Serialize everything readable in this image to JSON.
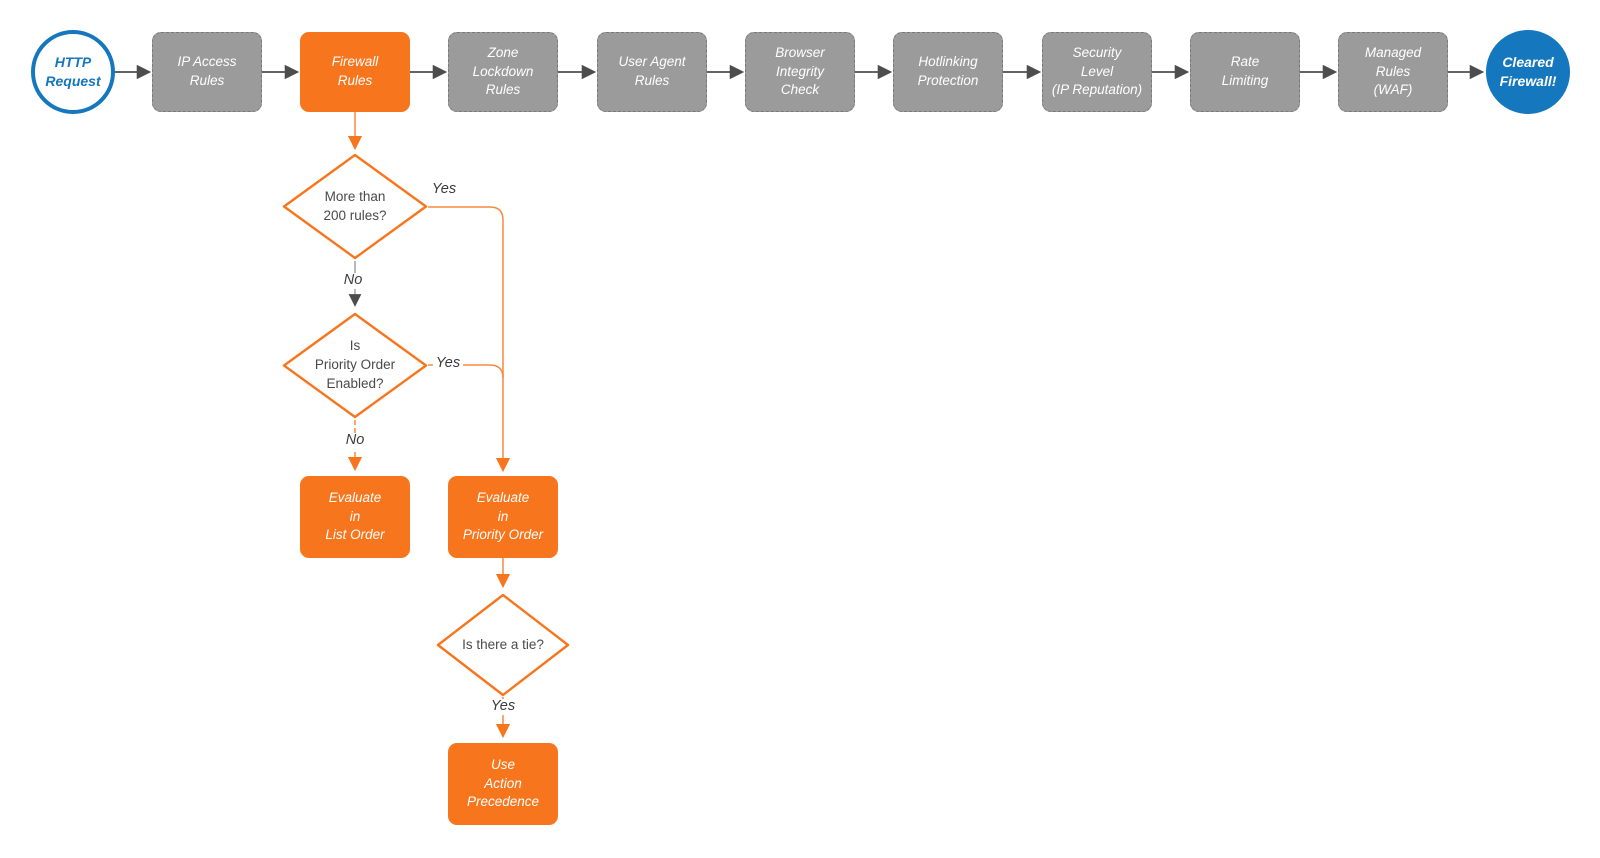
{
  "colors": {
    "accent_orange": "#f7761d",
    "node_gray": "#9b9b9b",
    "brand_blue": "#1577bd",
    "connector_dark": "#4d4d4d"
  },
  "flowchart": {
    "start": {
      "label": "HTTP\nRequest"
    },
    "end": {
      "label": "Cleared\nFirewall!"
    },
    "pipeline": [
      {
        "label": "IP Access\nRules",
        "variant": "gray"
      },
      {
        "label": "Firewall\nRules",
        "variant": "orange"
      },
      {
        "label": "Zone\nLockdown\nRules",
        "variant": "gray"
      },
      {
        "label": "User Agent\nRules",
        "variant": "gray"
      },
      {
        "label": "Browser\nIntegrity\nCheck",
        "variant": "gray"
      },
      {
        "label": "Hotlinking\nProtection",
        "variant": "gray"
      },
      {
        "label": "Security\nLevel\n(IP Reputation)",
        "variant": "gray"
      },
      {
        "label": "Rate\nLimiting",
        "variant": "gray"
      },
      {
        "label": "Managed\nRules\n(WAF)",
        "variant": "gray"
      }
    ],
    "decisions": [
      {
        "label": "More than\n200 rules?"
      },
      {
        "label": "Is\nPriority Order\nEnabled?"
      },
      {
        "label": "Is there a tie?"
      }
    ],
    "actions": {
      "list_order": "Evaluate\nin\nList Order",
      "priority_order": "Evaluate\nin\nPriority Order",
      "action_precedence": "Use\nAction\nPrecedence"
    },
    "edge_labels": {
      "d1_yes": "Yes",
      "d1_no": "No",
      "d2_yes": "Yes",
      "d2_no": "No",
      "d3_yes": "Yes"
    }
  }
}
